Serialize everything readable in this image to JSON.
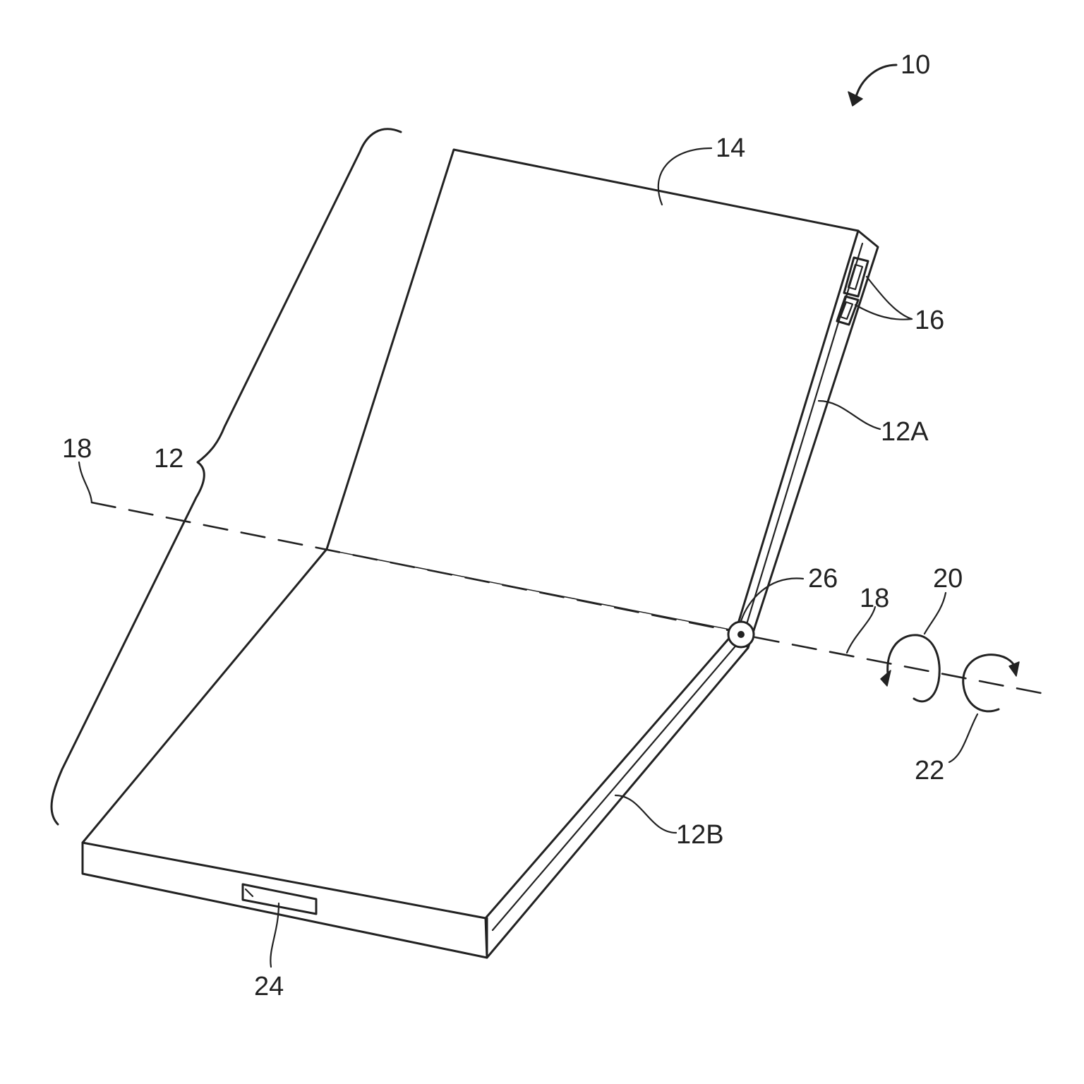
{
  "labels": {
    "device": "10",
    "housing": "12",
    "upper_housing": "12A",
    "lower_housing": "12B",
    "display": "14",
    "buttons": "16",
    "axis_left": "18",
    "axis_right": "18",
    "rotation_ccw": "20",
    "rotation_cw": "22",
    "port": "24",
    "hinge": "26"
  }
}
